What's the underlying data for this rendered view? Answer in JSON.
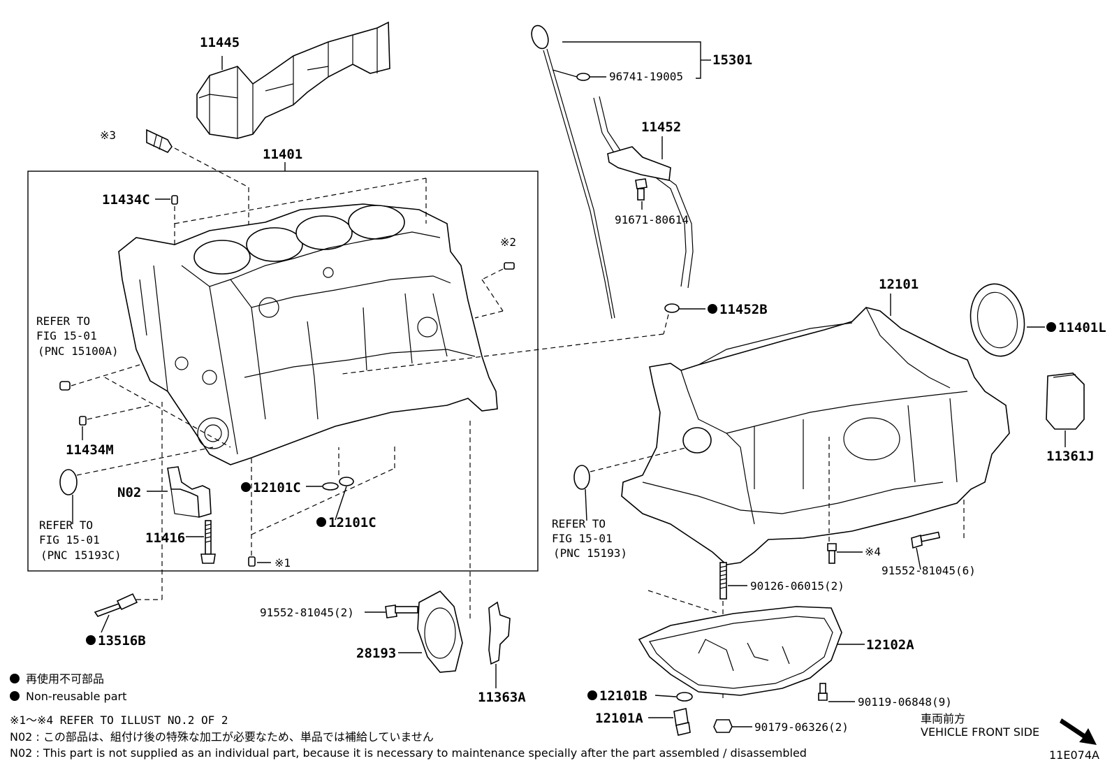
{
  "labels": {
    "p11445": "11445",
    "p11401": "11401",
    "p15301": "15301",
    "p96741": "96741-19005",
    "p11452": "11452",
    "p91671": "91671-80614",
    "p11452b": "11452B",
    "p12101": "12101",
    "p11401l": "11401L",
    "p11361j": "11361J",
    "p11434c": "11434C",
    "note2": "※2",
    "note3": "※3",
    "note1": "※1",
    "note4": "※4",
    "p11434m": "11434M",
    "p12101c_1": "12101C",
    "p12101c_2": "12101C",
    "p_n02": "N02",
    "p11416": "11416",
    "p13516b": "13516B",
    "p91552_2": "91552-81045(2)",
    "p28193": "28193",
    "p11363a": "11363A",
    "p90126": "90126-06015(2)",
    "p91552_6": "91552-81045(6)",
    "p12102a": "12102A",
    "p12101b": "12101B",
    "p90119": "90119-06848(9)",
    "p12101a": "12101A",
    "p90179": "90179-06326(2)"
  },
  "refer_left": {
    "line1": "REFER TO",
    "line2": "FIG 15-01",
    "line3": "(PNC 15100A)"
  },
  "refer_left2": {
    "line1": "REFER TO",
    "line2": "FIG 15-01",
    "line3": "(PNC 15193C)"
  },
  "refer_right": {
    "line1": "REFER TO",
    "line2": "FIG 15-01",
    "line3": "(PNC 15193)"
  },
  "legend": {
    "jp": "再使用不可部品",
    "en": "Non-reusable part",
    "ref_note": "※1～※4 REFER TO ILLUST NO.2 OF 2",
    "n02_jp": "N02 : この部品は、組付け後の特殊な加工が必要なため、単品では補給していません",
    "n02_en": "N02 : This part is not supplied as an individual part, because it is necessary to maintenance specially after the part assembled / disassembled"
  },
  "front": {
    "jp": "車両前方",
    "en": "VEHICLE FRONT SIDE"
  },
  "illustration_id": "11E074A"
}
